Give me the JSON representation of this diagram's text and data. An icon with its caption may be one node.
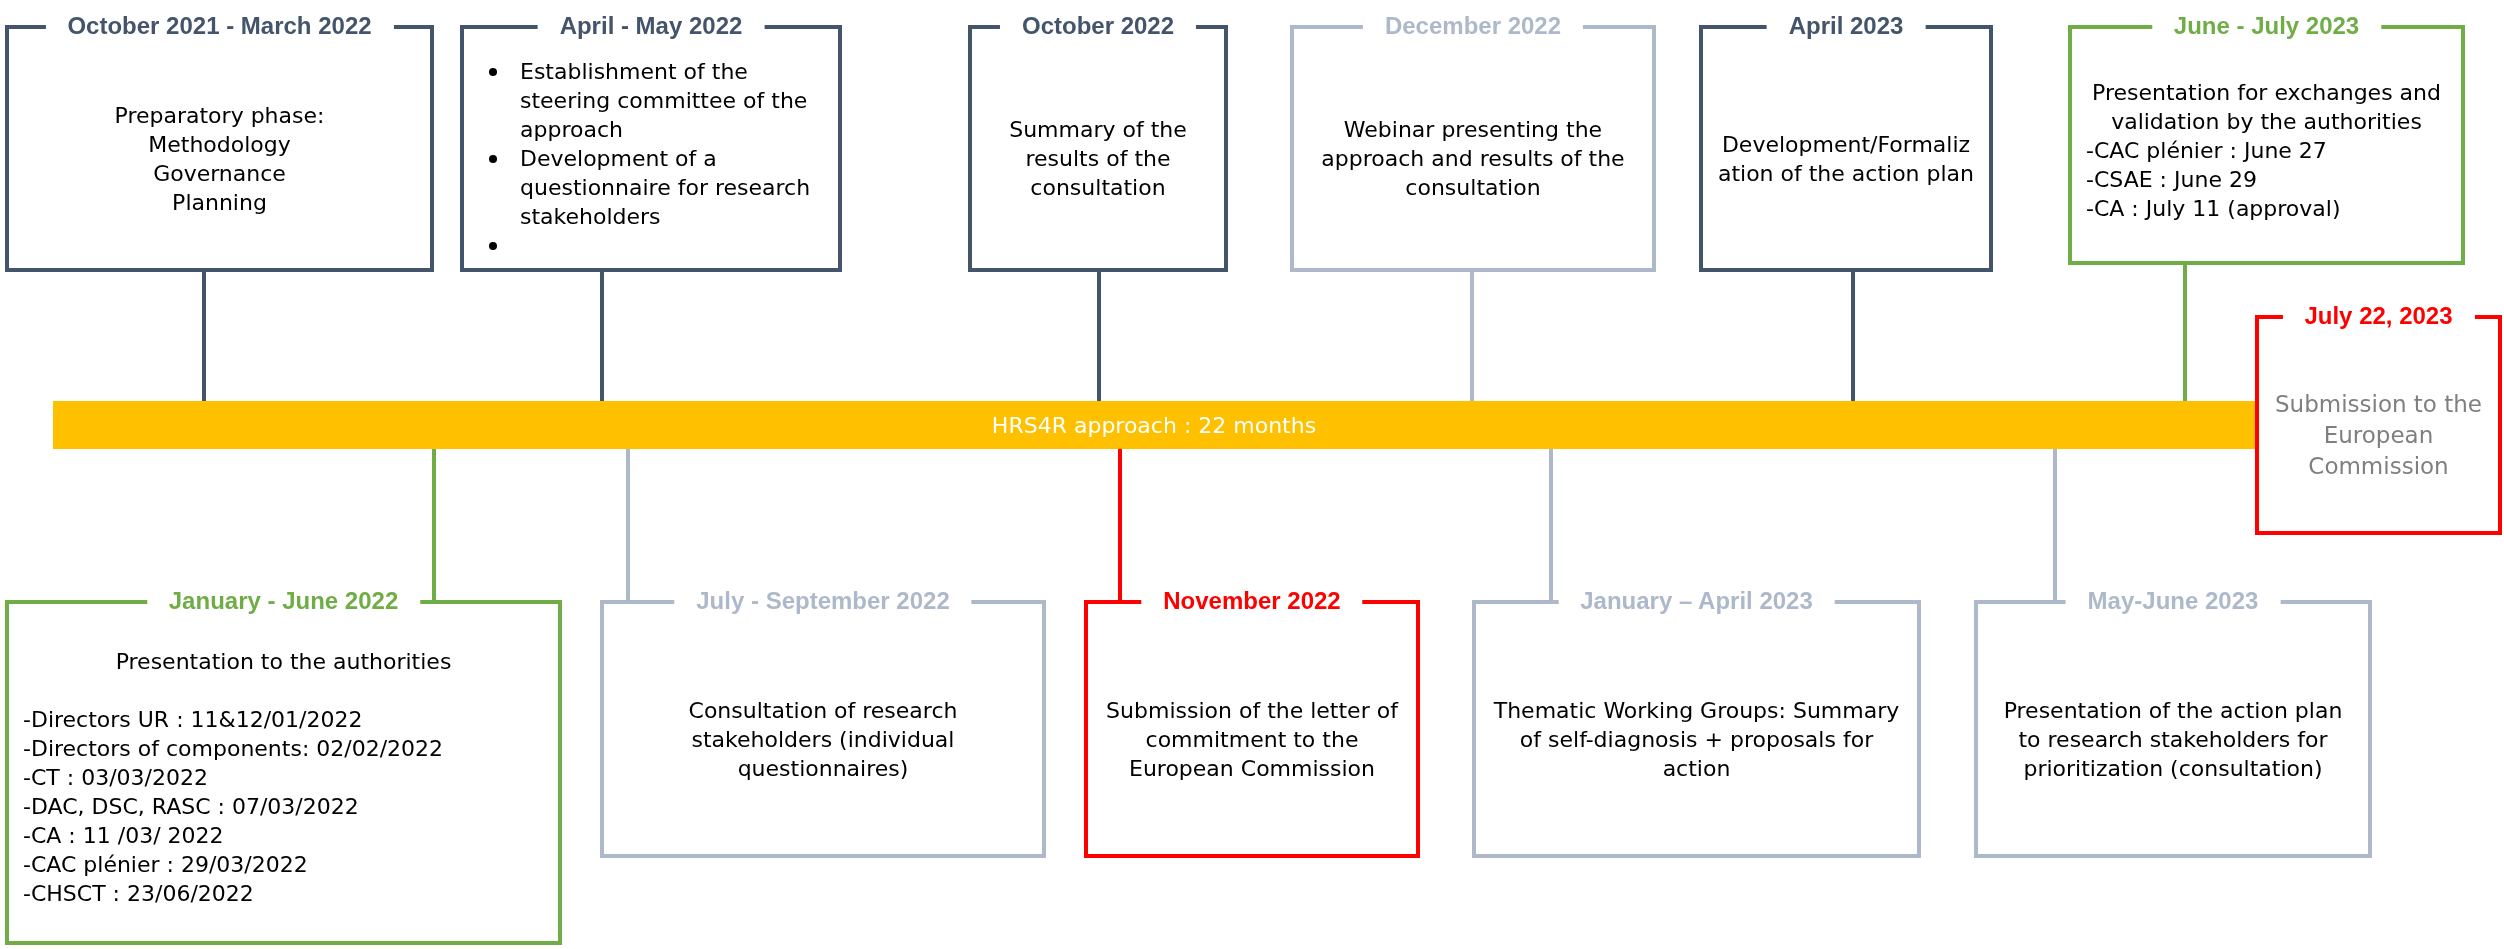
{
  "diagram": {
    "nodes": [
      {
        "text": [
          "October 2021 - March 2022",
          "Preparatory phase:",
          "Methodology",
          "Governance",
          "Planning"
        ]
      },
      {
        "text": [
          "April - May 2022",
          "Establishment of the steering committee of the approach",
          "Development of a questionnaire for research stakeholders"
        ]
      },
      {
        "text": [
          "October 2022",
          "Summary of the results of the consultation"
        ]
      },
      {
        "text": [
          "December 2022",
          "Webinar presenting the approach and results of the consultation"
        ]
      },
      {
        "text": [
          "April 2023",
          "Development/Formalization of the action plan"
        ]
      },
      {
        "text": [
          "June - July 2023",
          "Presentation for exchanges and validation by the authorities",
          "-CAC plénier : June 27",
          "-CSAE : June 29",
          "-CA : July 11 (approval)"
        ]
      },
      {
        "text": [
          "July 22, 2023",
          "Submission to the European Commission"
        ]
      },
      {
        "text": [
          "HRS4R approach : 22 months"
        ]
      },
      {
        "text": [
          "January - June 2022",
          "Presentation to the authorities",
          "-Directors UR : 11&12/01/2022",
          "-Directors of components: 02/02/2022",
          "-CT : 03/03/2022",
          "-DAC, DSC, RASC : 07/03/2022",
          "-CA : 11 /03/ 2022",
          "-CAC plénier : 29/03/2022",
          "-CHSCT : 23/06/2022"
        ]
      },
      {
        "text": [
          "July - September 2022",
          "Consultation of research stakeholders (individual questionnaires)"
        ]
      },
      {
        "text": [
          "November 2022",
          "Submission of the letter of commitment to the European Commission"
        ]
      },
      {
        "text": [
          "January – April 2023",
          "Thematic Working Groups: Summary of self-diagnosis + proposals for action"
        ]
      },
      {
        "text": [
          "May-June 2023",
          "Presentation of the action plan to research stakeholders for prioritization (consultation)"
        ]
      }
    ],
    "edges": [
      {
        "from": 0,
        "to": 7,
        "arrow": "none",
        "color": "#44546a"
      },
      {
        "from": 1,
        "to": 7,
        "arrow": "none",
        "color": "#44546a"
      },
      {
        "from": 2,
        "to": 7,
        "arrow": "none",
        "color": "#44546a"
      },
      {
        "from": 3,
        "to": 7,
        "arrow": "none",
        "color": "#adb9ca"
      },
      {
        "from": 4,
        "to": 7,
        "arrow": "none",
        "color": "#44546a"
      },
      {
        "from": 5,
        "to": 7,
        "arrow": "none",
        "color": "#70ad47"
      },
      {
        "from": 7,
        "to": 8,
        "arrow": "none",
        "color": "#70ad47"
      },
      {
        "from": 7,
        "to": 9,
        "arrow": "none",
        "color": "#adb9ca"
      },
      {
        "from": 7,
        "to": 10,
        "arrow": "none",
        "color": "#ff0000"
      },
      {
        "from": 7,
        "to": 11,
        "arrow": "none",
        "color": "#adb9ca"
      },
      {
        "from": 7,
        "to": 12,
        "arrow": "none",
        "color": "#adb9ca"
      }
    ]
  }
}
